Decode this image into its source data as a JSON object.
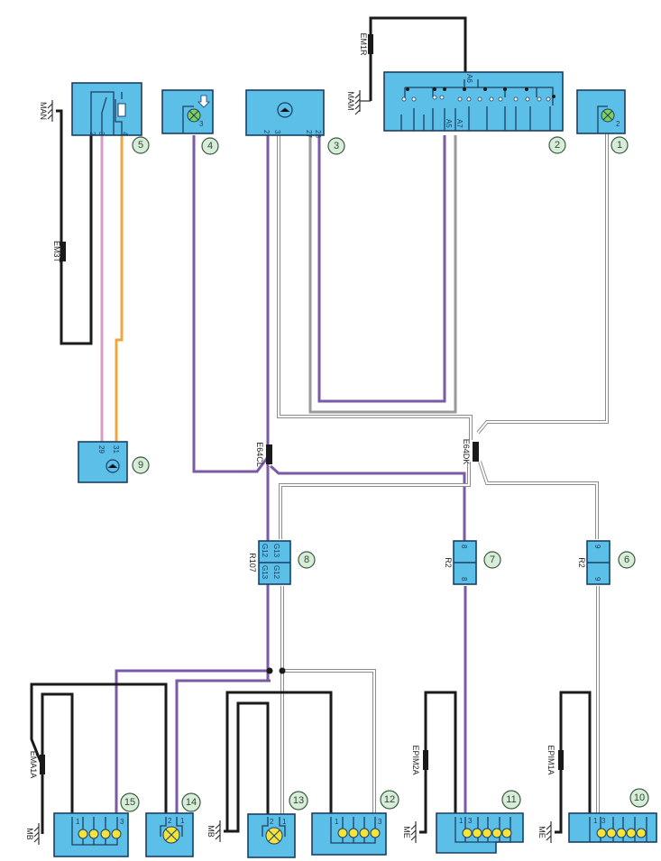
{
  "diagram": {
    "title": "",
    "components": [
      {
        "id": "1",
        "label": "1",
        "pins": [
          "2"
        ]
      },
      {
        "id": "2",
        "label": "2",
        "pins": [
          "A6",
          "A5",
          "A7"
        ]
      },
      {
        "id": "3",
        "label": "3",
        "pins": [
          "2",
          "3",
          "27",
          "28"
        ]
      },
      {
        "id": "4",
        "label": "4",
        "pins": [
          "3"
        ]
      },
      {
        "id": "5",
        "label": "5",
        "pins": [
          "2",
          "3",
          "4"
        ]
      },
      {
        "id": "6",
        "label": "6",
        "pins": [
          "9",
          "9"
        ],
        "connector": "R2"
      },
      {
        "id": "7",
        "label": "7",
        "pins": [
          "8",
          "8"
        ],
        "connector": "R2"
      },
      {
        "id": "8",
        "label": "8",
        "pins": [
          "G12",
          "G13",
          "G13",
          "G12"
        ],
        "connector": "R107"
      },
      {
        "id": "9",
        "label": "9",
        "pins": [
          "29",
          "31"
        ]
      },
      {
        "id": "10",
        "label": "10",
        "pins": [
          "1",
          "3"
        ]
      },
      {
        "id": "11",
        "label": "11",
        "pins": [
          "1",
          "3"
        ]
      },
      {
        "id": "12",
        "label": "12",
        "pins": [
          "1",
          "3"
        ]
      },
      {
        "id": "13",
        "label": "13",
        "pins": [
          "2",
          "1"
        ]
      },
      {
        "id": "14",
        "label": "14",
        "pins": [
          "2",
          "1"
        ]
      },
      {
        "id": "15",
        "label": "15",
        "pins": [
          "1",
          "3"
        ]
      }
    ],
    "splices": {
      "em1r": "EM1R",
      "em3t": "EM3T",
      "e64cl": "E64CL",
      "e64dk": "E64DK",
      "ema1a": "EMA1A",
      "epim2a": "EPIM2A",
      "epim1a": "EPIM1A"
    },
    "grounds": {
      "mam_top": "MAM",
      "man": "MAN",
      "mb_left": "MB",
      "mb_mid": "MB",
      "me_mid": "ME",
      "me_right": "ME"
    },
    "wire_colors": {
      "black": "#1a1a1a",
      "purple": "#7a5aa6",
      "pink": "#d89ac8",
      "orange": "#f0a640",
      "grey": "#9a9a9a",
      "white": "#ffffff"
    },
    "component_color": "#5bbfe8"
  }
}
